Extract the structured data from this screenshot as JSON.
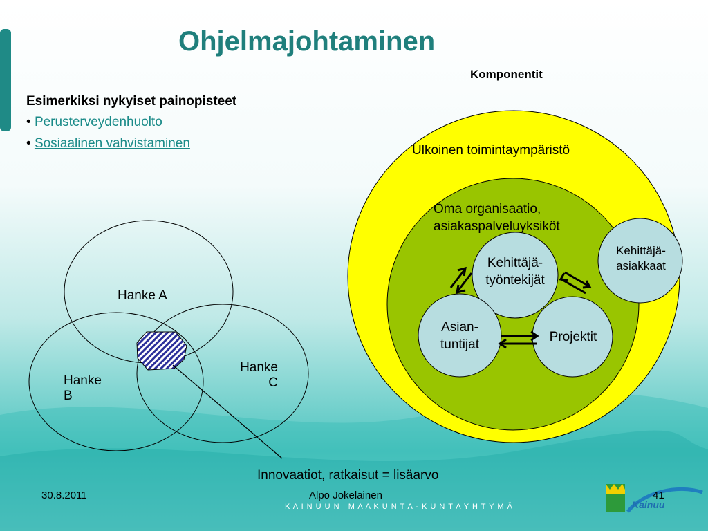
{
  "title": "Ohjelmajohtaminen",
  "components_label": "Komponentit",
  "example_heading": "Esimerkiksi nykyiset painopisteet",
  "bullets": [
    {
      "marker": "•",
      "text": "Perusterveydenhuolto"
    },
    {
      "marker": "•",
      "text": "Sosiaalinen vahvistaminen"
    }
  ],
  "venn": {
    "a": "Hanke A",
    "b_line1": "Hanke",
    "b_line2": "B",
    "c_line1": "Hanke",
    "c_line2": "C",
    "caption": "Innovaatiot, ratkaisut = lisäarvo"
  },
  "circles": {
    "outer": "Ulkoinen toimintaympäristö",
    "inner_line1": "Oma organisaatio,",
    "inner_line2": "asiakaspalveluyksiköt",
    "dev_staff_line1": "Kehittäjä-",
    "dev_staff_line2": "työntekijät",
    "experts_line1": "Asian-",
    "experts_line2": "tuntijat",
    "projects": "Projektit",
    "dev_clients_line1": "Kehittäjä-",
    "dev_clients_line2": "asiakkaat"
  },
  "footer": {
    "date": "30.8.2011",
    "author": "Alpo Jokelainen",
    "page": "41",
    "org": "K A I N U U N   M A A K U N T A - K U N T A Y H T Y M Ä",
    "logo_text": "Kainuu"
  },
  "colors": {
    "title": "#1f7f7c",
    "outer_circle": "#ffff00",
    "inner_circle": "#99c500",
    "small_circles": "#b7dde0",
    "background_wave": "#2bb8b2"
  }
}
